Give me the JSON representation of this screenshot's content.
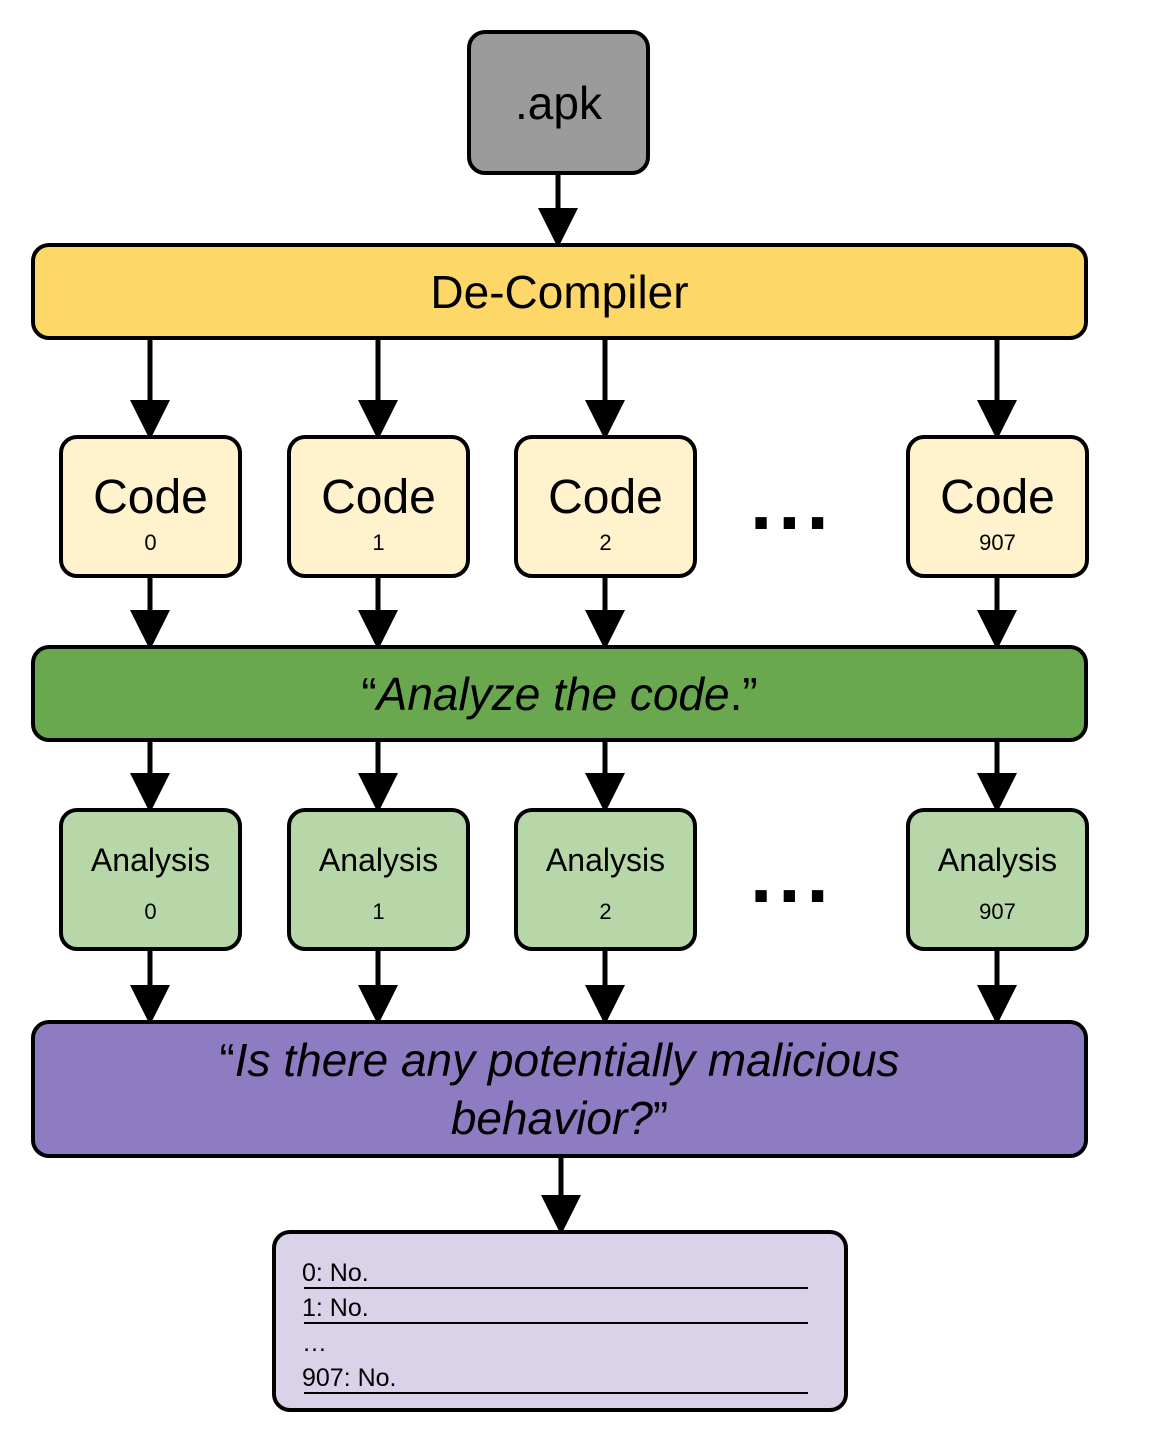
{
  "apk": ".apk",
  "decompiler": "De-Compiler",
  "code_boxes": [
    {
      "label": "Code",
      "index": "0"
    },
    {
      "label": "Code",
      "index": "1"
    },
    {
      "label": "Code",
      "index": "2"
    },
    {
      "label": "Code",
      "index": "907"
    }
  ],
  "ellipsis": "...",
  "analyze_prompt": {
    "open_quote": "“",
    "text": "Analyze the code",
    "close": ".”"
  },
  "analysis_boxes": [
    {
      "label": "Analysis",
      "index": "0"
    },
    {
      "label": "Analysis",
      "index": "1"
    },
    {
      "label": "Analysis",
      "index": "2"
    },
    {
      "label": "Analysis",
      "index": "907"
    }
  ],
  "question_prompt": {
    "open_quote": "“",
    "text": "Is there any potentially malicious behavior?",
    "close": "”"
  },
  "results": [
    "0: No.",
    "1: No.",
    "…",
    "907: No."
  ],
  "colors": {
    "apk": "#9b9b9b",
    "decompiler": "#fdd868",
    "code": "#fff2cd",
    "analyze": "#6aa84f",
    "analysis": "#b7d7a8",
    "question": "#8e7cc3",
    "result": "#d9d2e9"
  }
}
